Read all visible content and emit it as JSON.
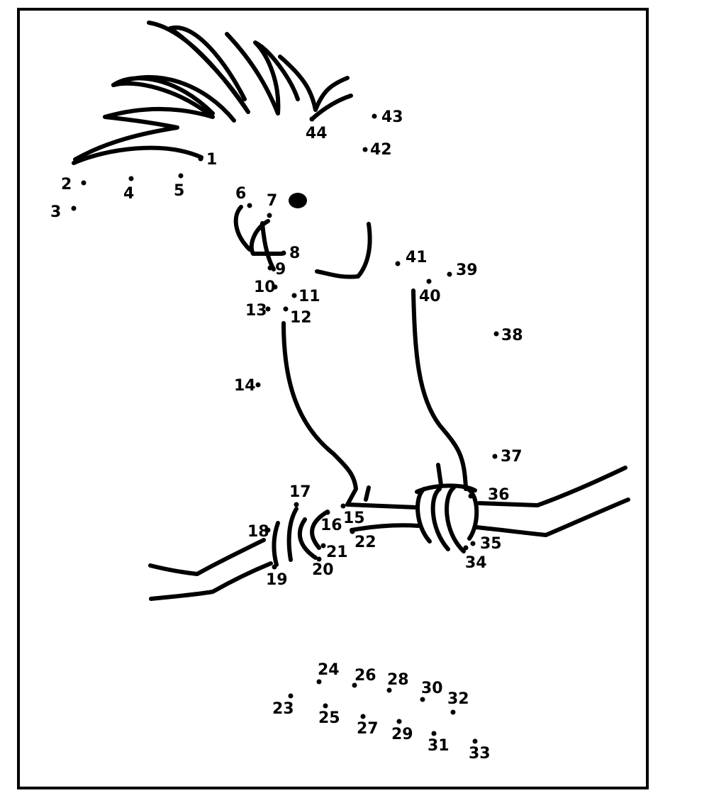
{
  "worksheet": {
    "type": "connect-the-dots",
    "subject": "cockatoo on a branch",
    "ink_color": "#000000",
    "paper_color": "#ffffff",
    "dot_count": 44,
    "labels": [
      "1",
      "2",
      "3",
      "4",
      "5",
      "6",
      "7",
      "8",
      "9",
      "10",
      "11",
      "12",
      "13",
      "14",
      "15",
      "16",
      "17",
      "18",
      "19",
      "20",
      "21",
      "22",
      "23",
      "24",
      "25",
      "26",
      "27",
      "28",
      "29",
      "30",
      "31",
      "32",
      "33",
      "34",
      "35",
      "36",
      "37",
      "38",
      "39",
      "40",
      "41",
      "42",
      "43",
      "44"
    ]
  }
}
